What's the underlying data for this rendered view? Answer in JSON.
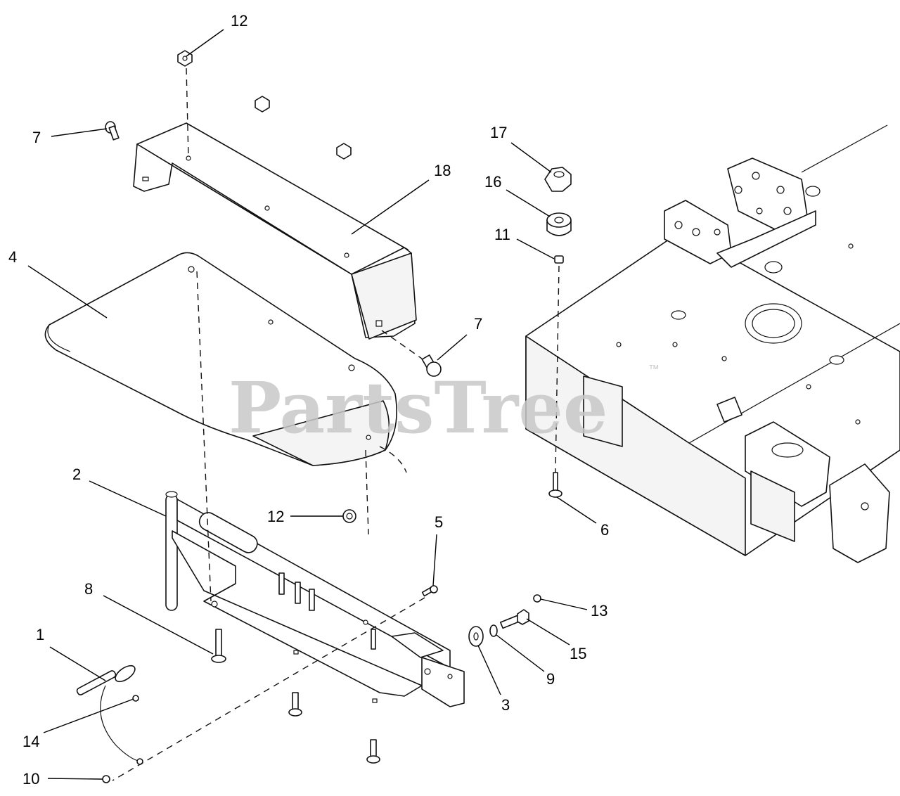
{
  "watermark": {
    "text": "PartsTree",
    "trademark": "™"
  },
  "callouts": {
    "c1": "1",
    "c2": "2",
    "c3": "3",
    "c4": "4",
    "c5": "5",
    "c6": "6",
    "c7a": "7",
    "c7b": "7",
    "c8": "8",
    "c9": "9",
    "c10": "10",
    "c11": "11",
    "c12a": "12",
    "c12b": "12",
    "c13": "13",
    "c14": "14",
    "c15": "15",
    "c16": "16",
    "c17": "17",
    "c18": "18"
  }
}
